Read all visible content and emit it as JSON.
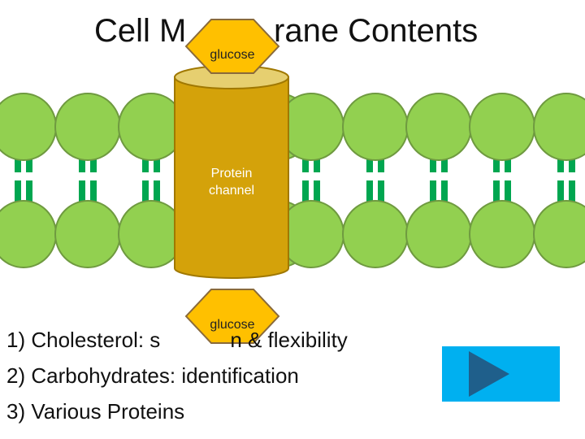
{
  "title": {
    "left_part": "Cell M",
    "right_part": "rane Contents"
  },
  "diagram": {
    "protein_label_line1": "Protein",
    "protein_label_line2": "channel",
    "glucose_top": "glucose",
    "glucose_bottom": "glucose"
  },
  "list": {
    "item1_before": "1) Cholesterol: s",
    "item1_after": "n & flexibility",
    "item2": "2) Carbohydrates: identification",
    "item3": "3) Various Proteins"
  },
  "colors": {
    "phospholipid_head": "#92d050",
    "phospholipid_head_edge": "#6f9a40",
    "tail": "#00a650",
    "protein_body": "#d4a20a",
    "protein_edge": "#a07800",
    "protein_top": "#e6cf70",
    "glucose_fill": "#ffc000",
    "glucose_edge": "#8a6a3a",
    "nav_button": "#00b0f0",
    "nav_arrow": "#1f5f8b"
  },
  "nav": {
    "icon": "play-arrow-icon"
  }
}
